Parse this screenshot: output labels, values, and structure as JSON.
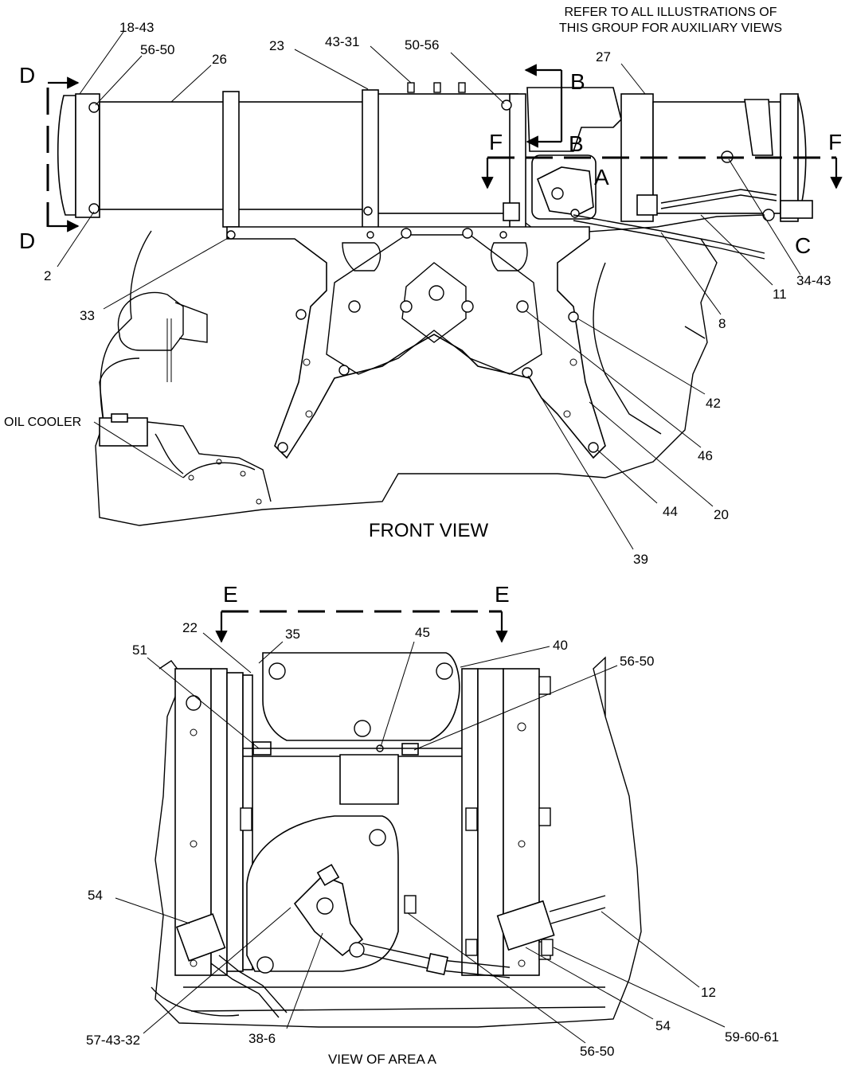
{
  "note": {
    "line1": "REFER TO ALL ILLUSTRATIONS OF",
    "line2": "THIS GROUP FOR AUXILIARY VIEWS"
  },
  "front_view": {
    "title": "FRONT VIEW",
    "labels": {
      "l18_43": "18-43",
      "l56_50_top": "56-50",
      "l26": "26",
      "l23": "23",
      "l43_31": "43-31",
      "l50_56": "50-56",
      "l27": "27",
      "l2": "2",
      "l33": "33",
      "l8": "8",
      "l11": "11",
      "l34_43": "34-43",
      "l42": "42",
      "l46": "46",
      "l44": "44",
      "l20": "20",
      "l39": "39",
      "oil_cooler": "OIL COOLER"
    },
    "section_marks": {
      "d_top": "D",
      "d_bottom": "D",
      "b_top": "B",
      "b_mid": "B",
      "f_left": "F",
      "f_right": "F",
      "a": "A",
      "c": "C"
    }
  },
  "area_view": {
    "caption": "VIEW OF AREA  A",
    "labels": {
      "l22": "22",
      "l35": "35",
      "l45": "45",
      "l40": "40",
      "l51": "51",
      "l56_50_a": "56-50",
      "l54_left": "54",
      "l12": "12",
      "l54_right": "54",
      "l59_60_61": "59-60-61",
      "l57_43_32": "57-43-32",
      "l38_6": "38-6",
      "l56_50_b": "56-50"
    },
    "section_marks": {
      "e_left": "E",
      "e_right": "E"
    }
  }
}
